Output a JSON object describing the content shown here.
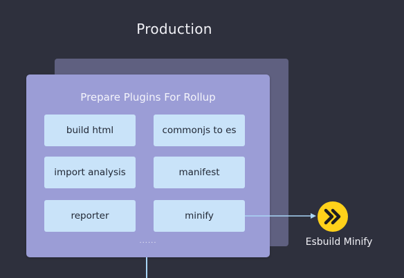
{
  "diagram": {
    "title": "Production",
    "panel_title": "Prepare Plugins For Rollup",
    "plugins": [
      {
        "label": "build html"
      },
      {
        "label": "commonjs to es"
      },
      {
        "label": "import analysis"
      },
      {
        "label": "manifest"
      },
      {
        "label": "reporter"
      },
      {
        "label": "minify"
      }
    ],
    "ellipsis": "......",
    "target": {
      "label": "Esbuild Minify",
      "icon": "esbuild-icon",
      "color": "#ffd11a"
    }
  },
  "colors": {
    "background": "#2e303d",
    "panel": "#9b9dd6",
    "panel_back": "#5f6080",
    "plugin_box": "#c9e3f9",
    "connector": "#a9d6f6"
  }
}
